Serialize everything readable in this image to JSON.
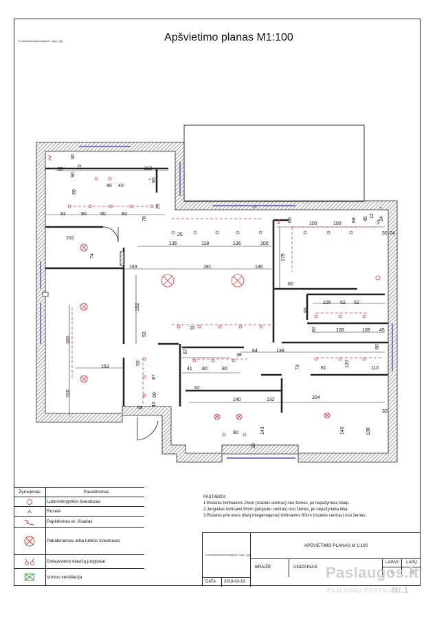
{
  "header": {
    "title": "Apšvietimo planas M1:100",
    "file_path": "S:\\rodiniai\\vaizdas\\uzsakymai\\..\\logo\\_.jpg"
  },
  "dimensions": [
    {
      "t": "30"
    },
    {
      "t": "88"
    },
    {
      "t": "90"
    },
    {
      "t": "210"
    },
    {
      "t": "10"
    },
    {
      "t": "40"
    },
    {
      "t": "40"
    },
    {
      "t": "90"
    },
    {
      "t": "90"
    },
    {
      "t": "82"
    },
    {
      "t": "90"
    },
    {
      "t": "90"
    },
    {
      "t": "82"
    },
    {
      "t": "25"
    },
    {
      "t": "78"
    },
    {
      "t": "25"
    },
    {
      "t": "152"
    },
    {
      "t": "136"
    },
    {
      "t": "118"
    },
    {
      "t": "136"
    },
    {
      "t": "100"
    },
    {
      "t": "74"
    },
    {
      "t": "163"
    },
    {
      "t": "281"
    },
    {
      "t": "146"
    },
    {
      "t": "179"
    },
    {
      "t": "80"
    },
    {
      "t": "60"
    },
    {
      "t": "100"
    },
    {
      "t": "100"
    },
    {
      "t": "68"
    },
    {
      "t": "45"
    },
    {
      "t": "12"
    },
    {
      "t": "24"
    },
    {
      "t": "30"
    },
    {
      "t": "24"
    },
    {
      "t": "105"
    },
    {
      "t": "52"
    },
    {
      "t": "52"
    },
    {
      "t": "95"
    },
    {
      "t": "60"
    },
    {
      "t": "108"
    },
    {
      "t": "108"
    },
    {
      "t": "45"
    },
    {
      "t": "252"
    },
    {
      "t": "300"
    },
    {
      "t": "153"
    },
    {
      "t": "150"
    },
    {
      "t": "53"
    },
    {
      "t": "10"
    },
    {
      "t": "64"
    },
    {
      "t": "138"
    },
    {
      "t": "38"
    },
    {
      "t": "67"
    },
    {
      "t": "41"
    },
    {
      "t": "80"
    },
    {
      "t": "80"
    },
    {
      "t": "73"
    },
    {
      "t": "81"
    },
    {
      "t": "120"
    },
    {
      "t": "110"
    },
    {
      "t": "80"
    },
    {
      "t": "50"
    },
    {
      "t": "87"
    },
    {
      "t": "92"
    },
    {
      "t": "50"
    },
    {
      "t": "68"
    },
    {
      "t": "43"
    },
    {
      "t": "140"
    },
    {
      "t": "132"
    },
    {
      "t": "204"
    },
    {
      "t": "30"
    },
    {
      "t": "90"
    },
    {
      "t": "143"
    },
    {
      "t": "146"
    },
    {
      "t": "130"
    },
    {
      "t": "30"
    }
  ],
  "legend": {
    "header_symbol": "Žymėjimas",
    "header_name": "Pavadinimas",
    "items": [
      {
        "icon": "ceiling-light-icon",
        "label": "Lubinis/kryptinis šviestuvas"
      },
      {
        "icon": "socket-icon",
        "label": "Rozetė"
      },
      {
        "icon": "electric-outlet-line-icon",
        "label": "Papildomas el. išvadas"
      },
      {
        "icon": "pendant-light-icon",
        "label": "Pakabinamas arba lubinis šviestuvas"
      },
      {
        "icon": "switch-icon",
        "label": "Dvieju/vieno klavišų jungtukai"
      },
      {
        "icon": "bath-ventilation-icon",
        "label": "Vonios ventiliacija"
      }
    ]
  },
  "notes": {
    "title": "PASTABOS:",
    "lines": [
      "1.Rozetės tvirtinamos 25cm (rozetės centras) nuo žemės, jei nepažymėta kitaip.",
      "2.Jungtukai tvirtinami 90cm (jungtuko centras) nuo žemės, jei nepažymėta kitai.",
      "3.Rozetės prie lovos (tėvų miegamajame) tvirtinamos 60cm (rozetės centras) nuo žemės."
    ]
  },
  "stamp": {
    "project_title": "APŠVIETIMO PLANAS  M 1:100",
    "drawn_label": "BRAIŽĖ",
    "customer_label": "UDIZAINAS",
    "date_label": "DATA",
    "date_value": "2018-03-19",
    "sheet_label": "LAPAS",
    "sheet_value": "4",
    "sheets_label": "LAPŲ",
    "sheets_value": "10",
    "logo_path": "S:\\rodiniai\\vaizdas\\uzsakymai\\..\\logo\\_.jpg"
  },
  "watermark": {
    "brand": "Paslaugos.lt",
    "subtitle": "PASLAUGŲ PORTALAS",
    "badge": "Nr.1"
  },
  "colors": {
    "wall_hatch": "#666666",
    "light_symbol": "#d63030",
    "window": "#4a4fc4",
    "ink": "#111111",
    "vent": "#1f9a3a"
  }
}
